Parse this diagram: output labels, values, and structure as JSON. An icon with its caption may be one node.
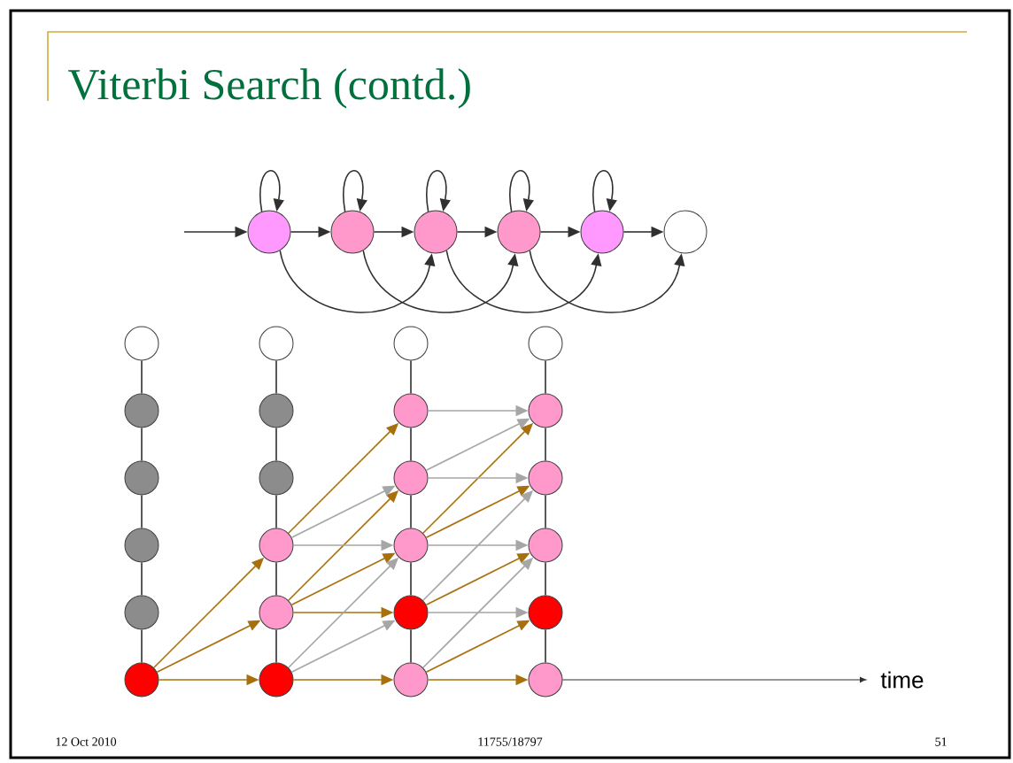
{
  "diagram": {
    "title": "Viterbi Search (contd.)",
    "nodes": [
      {
        "text": [],
        "shape": "circle"
      },
      {
        "text": [],
        "shape": "circle"
      },
      {
        "text": [],
        "shape": "circle"
      },
      {
        "text": [],
        "shape": "circle"
      },
      {
        "text": [],
        "shape": "circle"
      },
      {
        "text": [],
        "shape": "circle"
      },
      {
        "text": [],
        "shape": "circle"
      },
      {
        "text": [],
        "shape": "circle"
      },
      {
        "text": [],
        "shape": "circle"
      },
      {
        "text": [],
        "shape": "circle"
      },
      {
        "text": [],
        "shape": "circle"
      },
      {
        "text": [],
        "shape": "circle"
      },
      {
        "text": [],
        "shape": "circle"
      },
      {
        "text": [],
        "shape": "circle"
      },
      {
        "text": [],
        "shape": "circle"
      },
      {
        "text": [],
        "shape": "circle"
      },
      {
        "text": [],
        "shape": "circle"
      },
      {
        "text": [],
        "shape": "circle"
      },
      {
        "text": [],
        "shape": "circle"
      },
      {
        "text": [],
        "shape": "circle"
      },
      {
        "text": [],
        "shape": "circle"
      },
      {
        "text": [],
        "shape": "circle"
      },
      {
        "text": [],
        "shape": "circle"
      },
      {
        "text": [],
        "shape": "circle"
      },
      {
        "text": [],
        "shape": "circle"
      },
      {
        "text": [],
        "shape": "circle"
      },
      {
        "text": [],
        "shape": "circle"
      },
      {
        "text": [],
        "shape": "circle"
      },
      {
        "text": [],
        "shape": "circle"
      },
      {
        "text": [],
        "shape": "circle"
      }
    ],
    "edges": [
      {
        "from": null,
        "to": 0,
        "arrow": "to"
      },
      {
        "from": 0,
        "to": 1,
        "arrow": "to"
      },
      {
        "from": 1,
        "to": 2,
        "arrow": "to"
      },
      {
        "from": 2,
        "to": 3,
        "arrow": "to"
      },
      {
        "from": 3,
        "to": 4,
        "arrow": "to"
      },
      {
        "from": 4,
        "to": 5,
        "arrow": "to"
      },
      {
        "from": 0,
        "to": 0,
        "arrow": "to"
      },
      {
        "from": 1,
        "to": 1,
        "arrow": "to"
      },
      {
        "from": 2,
        "to": 2,
        "arrow": "to"
      },
      {
        "from": 3,
        "to": 3,
        "arrow": "to"
      },
      {
        "from": 4,
        "to": 4,
        "arrow": "to"
      },
      {
        "from": 0,
        "to": 2,
        "arrow": "to"
      },
      {
        "from": 1,
        "to": 3,
        "arrow": "to"
      },
      {
        "from": 2,
        "to": 4,
        "arrow": "to"
      },
      {
        "from": 3,
        "to": 5,
        "arrow": "to"
      },
      {
        "from": 6,
        "to": 10,
        "arrow": "none"
      },
      {
        "from": 10,
        "to": 14,
        "arrow": "none"
      },
      {
        "from": 14,
        "to": 18,
        "arrow": "none"
      },
      {
        "from": 18,
        "to": 22,
        "arrow": "none"
      },
      {
        "from": 22,
        "to": 26,
        "arrow": "none"
      },
      {
        "from": 7,
        "to": 11,
        "arrow": "none"
      },
      {
        "from": 11,
        "to": 15,
        "arrow": "none"
      },
      {
        "from": 15,
        "to": 19,
        "arrow": "none"
      },
      {
        "from": 19,
        "to": 23,
        "arrow": "none"
      },
      {
        "from": 23,
        "to": 27,
        "arrow": "none"
      },
      {
        "from": 8,
        "to": 12,
        "arrow": "none"
      },
      {
        "from": 12,
        "to": 16,
        "arrow": "none"
      },
      {
        "from": 16,
        "to": 20,
        "arrow": "none"
      },
      {
        "from": 20,
        "to": 24,
        "arrow": "none"
      },
      {
        "from": 24,
        "to": 28,
        "arrow": "none"
      },
      {
        "from": 9,
        "to": 13,
        "arrow": "none"
      },
      {
        "from": 13,
        "to": 17,
        "arrow": "none"
      },
      {
        "from": 17,
        "to": 21,
        "arrow": "none"
      },
      {
        "from": 21,
        "to": 25,
        "arrow": "none"
      },
      {
        "from": 25,
        "to": 29,
        "arrow": "none"
      },
      {
        "from": 26,
        "to": 27,
        "arrow": "to",
        "color": "#a8700c"
      },
      {
        "from": 26,
        "to": 23,
        "arrow": "to",
        "color": "#a8700c"
      },
      {
        "from": 26,
        "to": 19,
        "arrow": "to",
        "color": "#a8700c"
      },
      {
        "from": 19,
        "to": 12,
        "arrow": "to",
        "color": "#a8700c"
      },
      {
        "from": 23,
        "to": 16,
        "arrow": "to",
        "color": "#a8700c"
      },
      {
        "from": 23,
        "to": 20,
        "arrow": "to",
        "color": "#a8700c"
      },
      {
        "from": 23,
        "to": 24,
        "arrow": "to",
        "color": "#a8700c"
      },
      {
        "from": 27,
        "to": 28,
        "arrow": "to",
        "color": "#a8700c"
      },
      {
        "from": 20,
        "to": 13,
        "arrow": "to",
        "color": "#a8700c"
      },
      {
        "from": 20,
        "to": 17,
        "arrow": "to",
        "color": "#a8700c"
      },
      {
        "from": 24,
        "to": 21,
        "arrow": "to",
        "color": "#a8700c"
      },
      {
        "from": 28,
        "to": 25,
        "arrow": "to",
        "color": "#a8700c"
      },
      {
        "from": 28,
        "to": 29,
        "arrow": "to",
        "color": "#a8700c"
      },
      {
        "from": 19,
        "to": 16,
        "arrow": "to",
        "color": "#a6a6a6"
      },
      {
        "from": 19,
        "to": 20,
        "arrow": "to",
        "color": "#a6a6a6"
      },
      {
        "from": 27,
        "to": 20,
        "arrow": "to",
        "color": "#a6a6a6"
      },
      {
        "from": 27,
        "to": 24,
        "arrow": "to",
        "color": "#a6a6a6"
      },
      {
        "from": 12,
        "to": 13,
        "arrow": "to",
        "color": "#a6a6a6"
      },
      {
        "from": 16,
        "to": 13,
        "arrow": "to",
        "color": "#a6a6a6"
      },
      {
        "from": 16,
        "to": 17,
        "arrow": "to",
        "color": "#a6a6a6"
      },
      {
        "from": 24,
        "to": 17,
        "arrow": "to",
        "color": "#a6a6a6"
      },
      {
        "from": 20,
        "to": 21,
        "arrow": "to",
        "color": "#a6a6a6"
      },
      {
        "from": 28,
        "to": 21,
        "arrow": "to",
        "color": "#a6a6a6"
      },
      {
        "from": 24,
        "to": 25,
        "arrow": "to",
        "color": "#a6a6a6"
      }
    ],
    "labels": [
      "time",
      "12 Oct 2010",
      "11755/18797",
      "51"
    ]
  }
}
